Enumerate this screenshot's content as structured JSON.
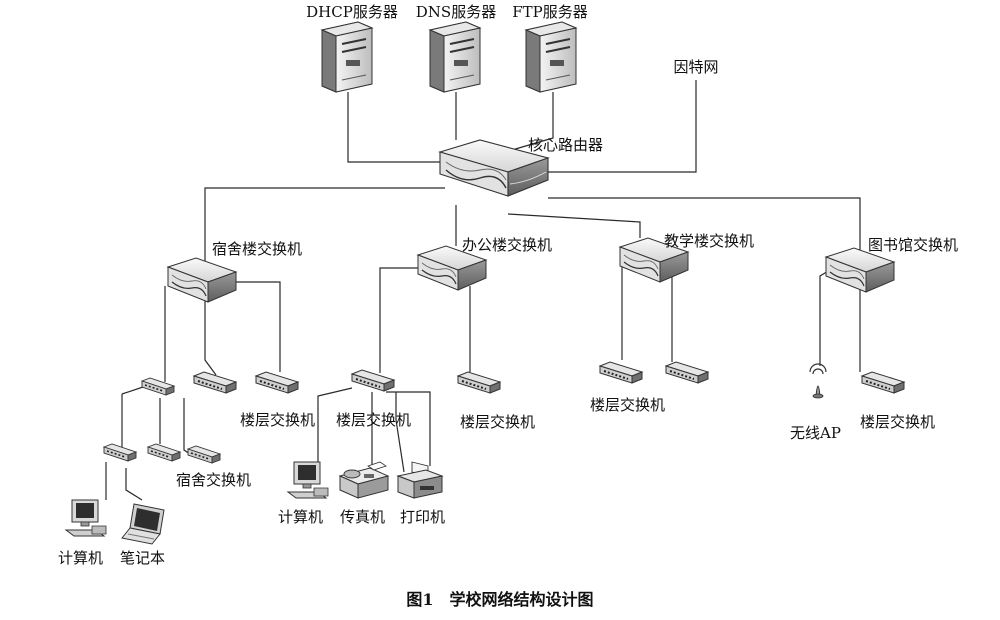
{
  "servers": [
    {
      "label": "DHCP服务器"
    },
    {
      "label": "DNS服务器"
    },
    {
      "label": "FTP服务器"
    }
  ],
  "internet": {
    "label": "因特网"
  },
  "core_router": {
    "label": "核心路由器"
  },
  "building_switches": {
    "dorm": "宿舍楼交换机",
    "office": "办公楼交换机",
    "teaching": "教学楼交换机",
    "library": "图书馆交换机"
  },
  "floor_switch_label": "楼层交换机",
  "dorm_switch_label": "宿舍交换机",
  "devices": {
    "computer": "计算机",
    "laptop": "笔记本",
    "fax": "传真机",
    "printer": "打印机",
    "wireless_ap": "无线AP"
  },
  "caption": "图1　学校网络结构设计图"
}
